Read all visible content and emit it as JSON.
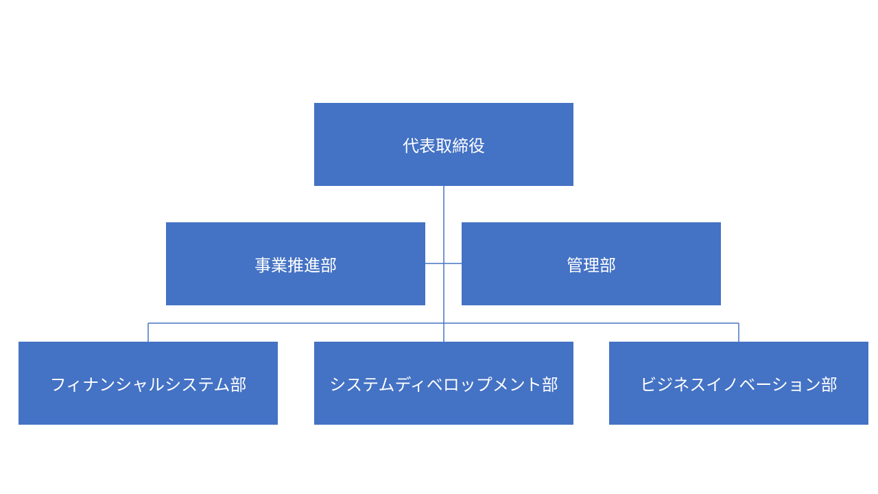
{
  "org_chart": {
    "top": {
      "label": "代表取締役"
    },
    "assistants": [
      {
        "label": "事業推進部"
      },
      {
        "label": "管理部"
      }
    ],
    "departments": [
      {
        "label": "フィナンシャルシステム部"
      },
      {
        "label": "システムディベロップメント部"
      },
      {
        "label": "ビジネスイノベーション部"
      }
    ],
    "colors": {
      "box_fill": "#4472C4",
      "box_text": "#FFFFFF",
      "connector": "#4472C4",
      "background": "#FFFFFF"
    }
  }
}
